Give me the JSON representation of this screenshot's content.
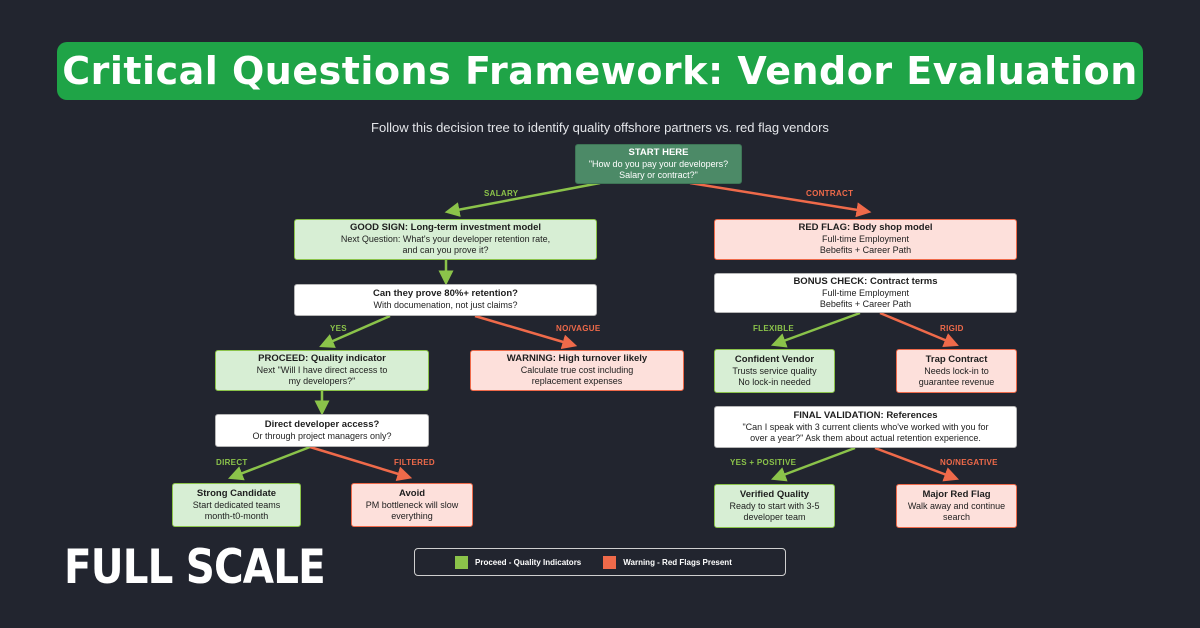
{
  "title": "Critical Questions Framework: Vendor Evaluation",
  "subtitle": "Follow this decision tree to identify quality offshore partners vs. red flag vendors",
  "colors": {
    "background": "#22252f",
    "title_bar": "#1fa447",
    "proceed": "#8bc34a",
    "warning": "#ef6a4a",
    "start": "#4c8a67"
  },
  "nodes": {
    "start": {
      "heading": "START HERE",
      "line1": "\"How do you pay your developers?",
      "line2": "Salary or contract?\""
    },
    "good_sign": {
      "heading": "GOOD SIGN: Long-term investment model",
      "line1": "Next Question: What's your developer retention rate,",
      "line2": "and can you prove it?"
    },
    "prove_retention": {
      "heading": "Can they prove 80%+ retention?",
      "line1": "With documenation, not just claims?"
    },
    "proceed": {
      "heading": "PROCEED: Quality indicator",
      "line1": "Next \"Will I have direct access to",
      "line2": "my developers?\""
    },
    "warning_turnover": {
      "heading": "WARNING: High turnover likely",
      "line1": "Calculate true cost including",
      "line2": "replacement expenses"
    },
    "direct_access": {
      "heading": "Direct developer access?",
      "line1": "Or through project managers only?"
    },
    "strong_candidate": {
      "heading": "Strong Candidate",
      "line1": "Start dedicated teams",
      "line2": "month-t0-month"
    },
    "avoid": {
      "heading": "Avoid",
      "line1": "PM bottleneck will slow",
      "line2": "everything"
    },
    "red_flag_body_shop": {
      "heading": "RED FLAG: Body shop model",
      "line1": "Full-time Employment",
      "line2": "Bebefits + Career Path"
    },
    "bonus_check": {
      "heading": "BONUS CHECK: Contract terms",
      "line1": "Full-time Employment",
      "line2": "Bebefits + Career Path"
    },
    "confident_vendor": {
      "heading": "Confident Vendor",
      "line1": "Trusts service quality",
      "line2": "No lock-in needed"
    },
    "trap_contract": {
      "heading": "Trap Contract",
      "line1": "Needs lock-in to",
      "line2": "guarantee revenue"
    },
    "final_validation": {
      "heading": "FINAL VALIDATION: References",
      "line1": "\"Can I speak with 3 current clients who've worked with you for",
      "line2": "over a year?\" Ask them about actual retention experience."
    },
    "verified_quality": {
      "heading": "Verified Quality",
      "line1": "Ready to start with 3-5",
      "line2": "developer team"
    },
    "major_red_flag": {
      "heading": "Major Red Flag",
      "line1": "Walk away and continue",
      "line2": "search"
    }
  },
  "edge_labels": {
    "salary": "SALARY",
    "contract": "CONTRACT",
    "yes": "YES",
    "no_vague": "NO/VAGUE",
    "direct": "DIRECT",
    "filtered": "FILTERED",
    "flexible": "FLEXIBLE",
    "rigid": "RIGID",
    "yes_positive": "YES + POSITIVE",
    "no_negative": "NO/NEGATIVE"
  },
  "legend": {
    "proceed": "Proceed - Quality Indicators",
    "warning": "Warning - Red Flags Present"
  },
  "logo": "FULL SCALE"
}
